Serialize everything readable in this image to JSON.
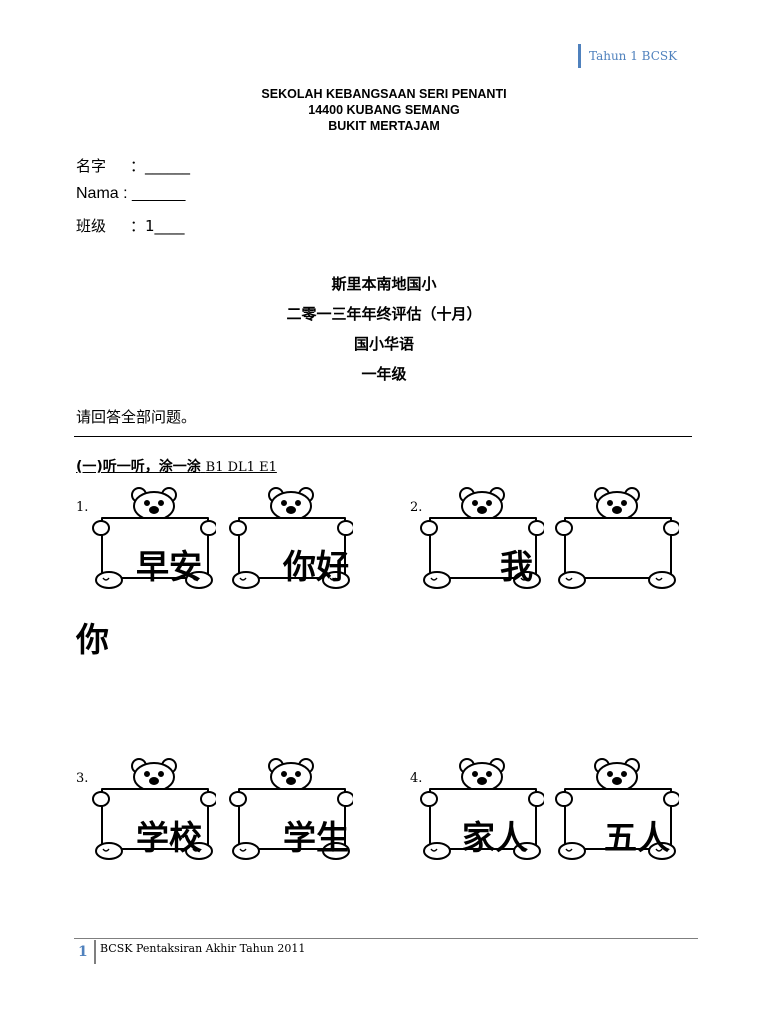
{
  "header": {
    "tag": "Tahun 1 BCSK"
  },
  "school": {
    "line1": "SEKOLAH KEBANGSAAN SERI PENANTI",
    "line2": "14400 KUBANG SEMANG",
    "line3": "BUKIT MERTAJAM"
  },
  "student": {
    "name_cn_label": "名字",
    "name_cn_value": "______",
    "name_label": "Nama",
    "name_value": "______",
    "class_label": "班级",
    "class_value": "1____",
    "sep": "："
  },
  "titles": {
    "t1": "斯里本南地国小",
    "t2": "二零一三年年终评估（十月）",
    "t3": "国小华语",
    "t4": "一年级"
  },
  "instruction": "请回答全部问题。",
  "section": {
    "label": "(一)听一听，涂一涂",
    "codes": "B1 DL1 E1"
  },
  "questions": [
    {
      "num": "1.",
      "words": [
        "早安",
        "你好"
      ]
    },
    {
      "num": "2.",
      "words": [
        "我",
        ""
      ]
    },
    {
      "num": "3.",
      "words": [
        "学校",
        "学生"
      ]
    },
    {
      "num": "4.",
      "words": [
        "家人",
        "五人"
      ]
    }
  ],
  "stray_word": "你",
  "footer": {
    "page": "1",
    "text": "BCSK Pentaksiran Akhir Tahun 2011"
  }
}
